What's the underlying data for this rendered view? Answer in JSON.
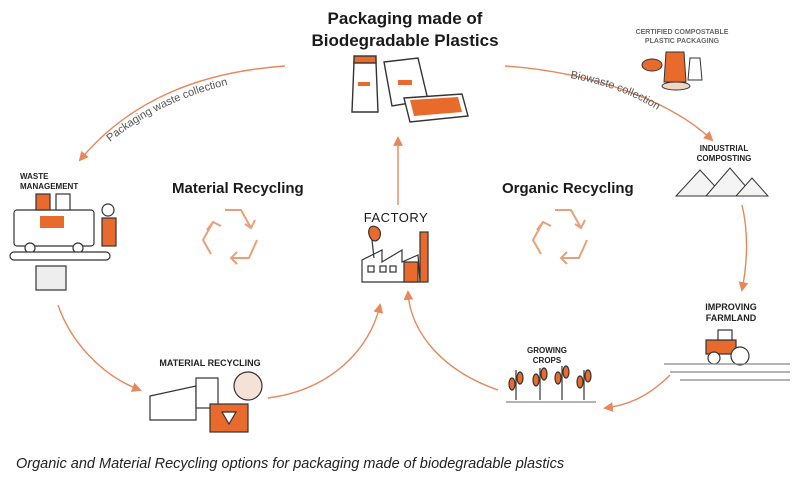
{
  "title_top": {
    "line1": "Packaging made of",
    "line2": "Biodegradable Plastics"
  },
  "certified": {
    "line1": "CERTIFIED COMPOSTABLE",
    "line2": "PLASTIC PACKAGING"
  },
  "arrows": {
    "left_top": "Packaging waste collection",
    "right_top": "Biowaste collection"
  },
  "nodes": {
    "waste_management": {
      "line1": "WASTE",
      "line2": "MANAGEMENT"
    },
    "industrial_composting": {
      "line1": "INDUSTRIAL",
      "line2": "COMPOSTING"
    },
    "improving_farmland": {
      "line1": "IMPROVING",
      "line2": "FARMLAND"
    },
    "growing_crops": {
      "line1": "GROWING",
      "line2": "CROPS"
    },
    "material_recycling": {
      "label": "MATERIAL RECYCLING"
    },
    "factory": {
      "label": "FACTORY"
    }
  },
  "sections": {
    "material": "Material Recycling",
    "organic": "Organic Recycling"
  },
  "caption": "Organic and Material Recycling options for packaging made of biodegradable plastics",
  "colors": {
    "accent": "#e86a2c",
    "arrow": "#e89a6a",
    "line": "#333333"
  }
}
